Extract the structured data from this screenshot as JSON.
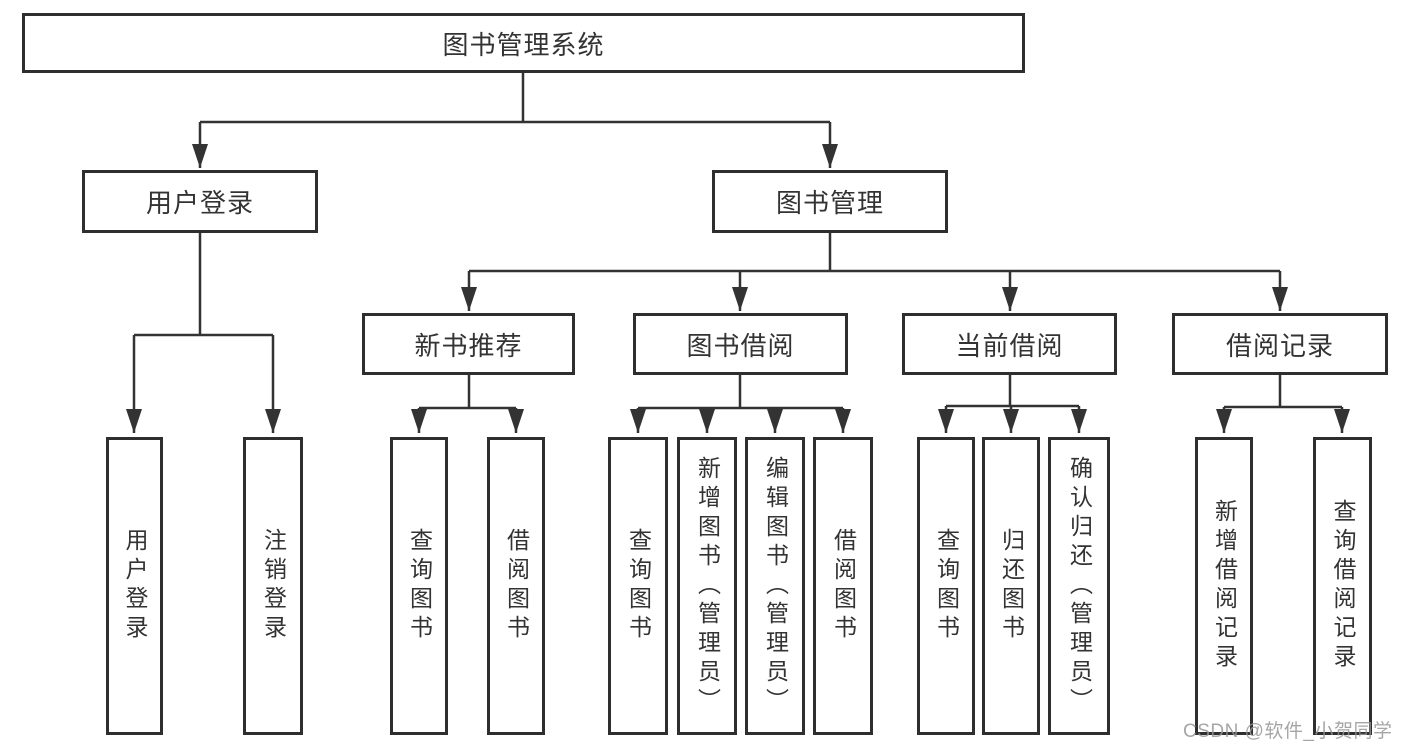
{
  "diagram": {
    "title": "图书管理系统",
    "watermark": "CSDN @软件_小贺同学",
    "colors": {
      "line": "#333333",
      "box_border": "#2e2e2e",
      "box_background": "#ffffff",
      "text": "#333333",
      "watermark": "#969696"
    },
    "root_label": "图书管理系统",
    "branches": [
      {
        "label": "用户登录",
        "children": [
          "用户登录",
          "注销登录"
        ]
      },
      {
        "label": "图书管理",
        "children": [
          {
            "label": "新书推荐",
            "children": [
              "查询图书",
              "借阅图书"
            ]
          },
          {
            "label": "图书借阅",
            "children": [
              "查询图书",
              "新增图书（管理员）",
              "编辑图书（管理员）",
              "借阅图书"
            ]
          },
          {
            "label": "当前借阅",
            "children": [
              "查询图书",
              "归还图书",
              "确认归还（管理员）"
            ]
          },
          {
            "label": "借阅记录",
            "children": [
              "新增借阅记录",
              "查询借阅记录"
            ]
          }
        ]
      }
    ]
  }
}
